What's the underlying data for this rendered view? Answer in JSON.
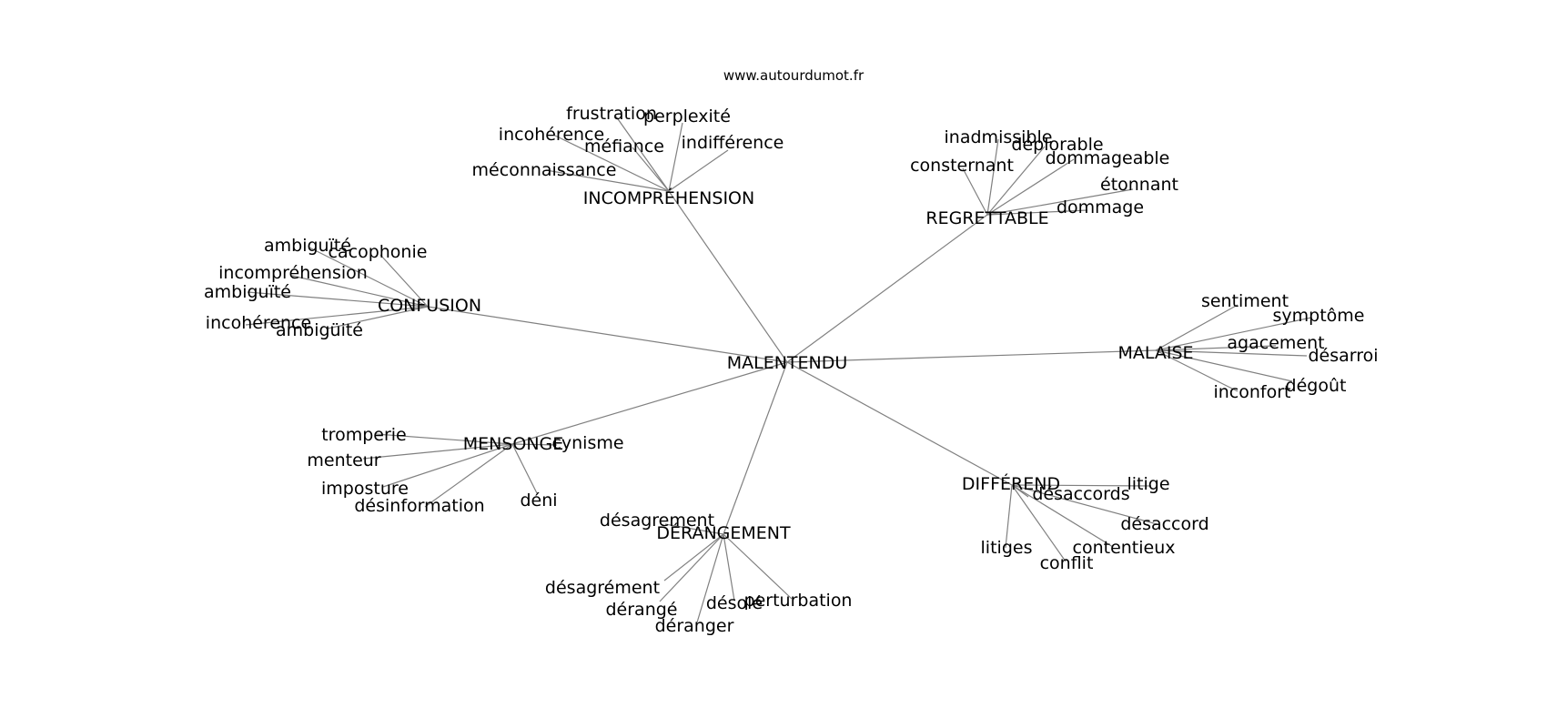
{
  "watermark": "www.autourdumot.fr",
  "graph": {
    "center": "MALENTENDU",
    "clusters": [
      {
        "hub": "INCOMPRÉHENSION",
        "words": [
          "frustration",
          "perplexité",
          "incohérence",
          "méfiance",
          "indifférence",
          "méconnaissance"
        ]
      },
      {
        "hub": "REGRETTABLE",
        "words": [
          "inadmissible",
          "déplorable",
          "consternant",
          "dommageable",
          "étonnant",
          "dommage"
        ]
      },
      {
        "hub": "CONFUSION",
        "words": [
          "ambiguïté",
          "cacophonie",
          "incompréhension",
          "ambiguïté",
          "incohérence",
          "ambigüité"
        ]
      },
      {
        "hub": "MALAISE",
        "words": [
          "sentiment",
          "symptôme",
          "agacement",
          "désarroi",
          "dégoût",
          "inconfort"
        ]
      },
      {
        "hub": "MENSONGE",
        "words": [
          "tromperie",
          "cynisme",
          "menteur",
          "imposture",
          "désinformation",
          "déni"
        ]
      },
      {
        "hub": "DIFFÉREND",
        "words": [
          "litige",
          "désaccords",
          "désaccord",
          "litiges",
          "contentieux",
          "conflit"
        ]
      },
      {
        "hub": "DÉRANGEMENT",
        "words": [
          "désagrement",
          "désagrément",
          "dérangé",
          "désolé",
          "perturbation",
          "déranger"
        ]
      }
    ]
  }
}
